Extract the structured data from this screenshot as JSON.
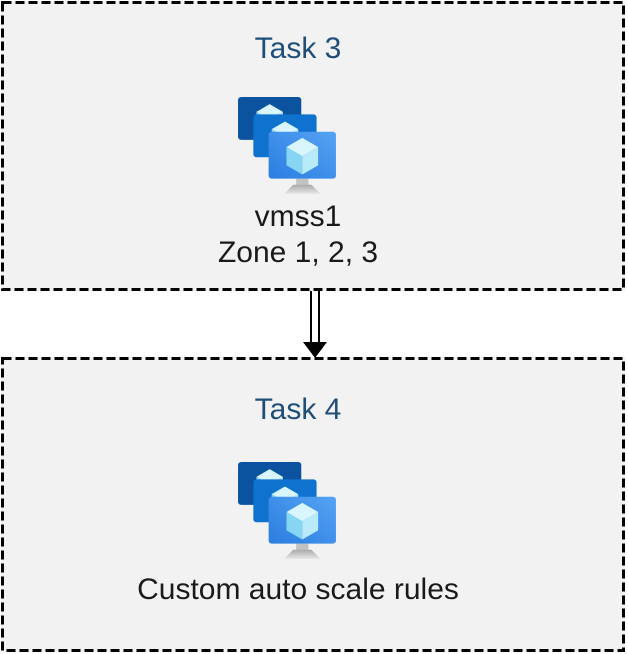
{
  "boxes": [
    {
      "title": "Task 3",
      "lines": [
        "vmss1",
        "Zone 1, 2, 3"
      ],
      "icon": "vmss-icon"
    },
    {
      "title": "Task 4",
      "lines": [
        "Custom auto scale rules"
      ],
      "icon": "vmss-icon"
    }
  ],
  "connector": {
    "type": "double-line-arrow",
    "direction": "down"
  },
  "colors": {
    "title_text": "#1F4E79",
    "body_text": "#1A1A1A",
    "box_fill": "#F2F2F2",
    "box_border": "#000000",
    "arrow": "#000000",
    "monitor_back": "#0B529F",
    "monitor_middle": "#0F72CE",
    "monitor_front_dark": "#2B7DE0",
    "monitor_front_light": "#55A3F4",
    "cube_top": "#D9F5FD",
    "cube_left": "#86D5F3",
    "cube_right": "#B9EAFA",
    "stand_neck": "#C2C2C2",
    "stand_dark": "#A9A9A9",
    "stand_light": "#E8E8E8"
  }
}
